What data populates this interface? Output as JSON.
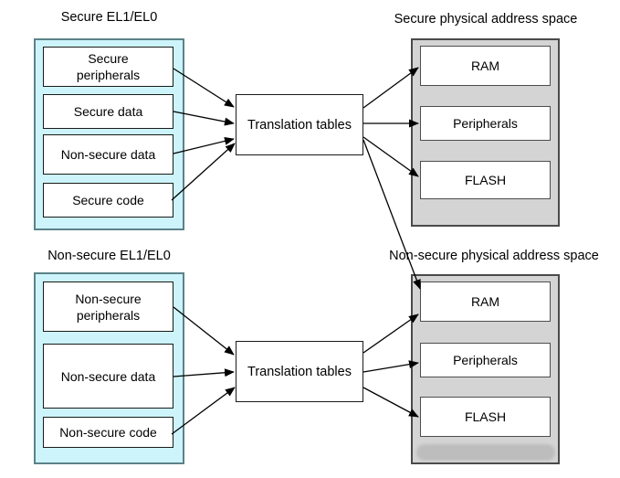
{
  "colors": {
    "cyan_fill": "#ccf4fa",
    "cyan_border": "#5b8289",
    "gray_fill": "#d4d4d4",
    "gray_border": "#4a4a4a",
    "box_border": "#1a1a1a",
    "inner_gray_border": "#4d4d4d",
    "arrow": "#000000",
    "smudge": "#b9b9b9"
  },
  "secure_world": {
    "source_label": "Secure EL1/EL0",
    "sources": [
      {
        "label": "Secure\nperipherals"
      },
      {
        "label": "Secure data"
      },
      {
        "label": "Non-secure data"
      },
      {
        "label": "Secure code"
      }
    ],
    "translation_label": "Translation tables",
    "target_label": "Secure physical address space",
    "targets": [
      {
        "label": "RAM"
      },
      {
        "label": "Peripherals"
      },
      {
        "label": "FLASH"
      }
    ]
  },
  "normal_world": {
    "source_label": "Non-secure EL1/EL0",
    "sources": [
      {
        "label": "Non-secure\nperipherals"
      },
      {
        "label": "Non-secure data"
      },
      {
        "label": "Non-secure code"
      }
    ],
    "translation_label": "Translation tables",
    "target_label": "Non-secure physical address space",
    "targets": [
      {
        "label": "RAM"
      },
      {
        "label": "Peripherals"
      },
      {
        "label": "FLASH"
      }
    ]
  }
}
